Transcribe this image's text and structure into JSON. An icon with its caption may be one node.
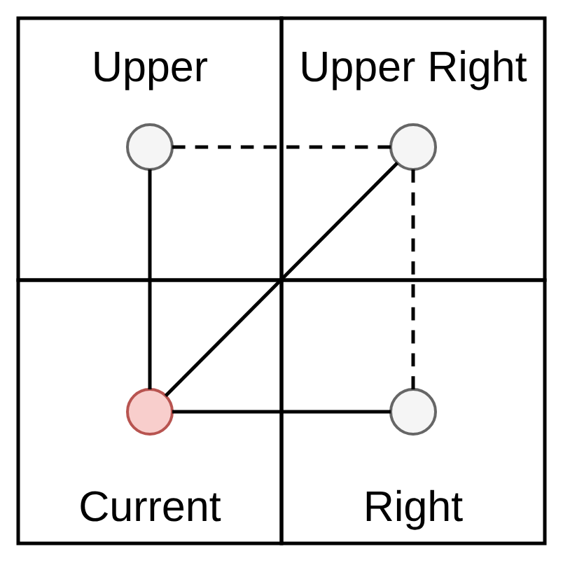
{
  "diagram": {
    "nodes": [
      {
        "text": [
          "Upper"
        ]
      },
      {
        "text": [],
        "shape": "circle",
        "in": 0
      },
      {
        "text": [
          "Upper Right"
        ]
      },
      {
        "text": [],
        "shape": "circle",
        "in": 2
      },
      {
        "text": [
          "Current"
        ]
      },
      {
        "text": [],
        "shape": "circle",
        "in": 4
      },
      {
        "text": [
          "Right"
        ]
      },
      {
        "text": [],
        "shape": "circle",
        "in": 6
      }
    ],
    "edges": [
      {
        "from": 1,
        "to": 3,
        "arrow": "none",
        "style": "dashed"
      },
      {
        "from": 1,
        "to": 5,
        "arrow": "none"
      },
      {
        "from": 5,
        "to": 3,
        "arrow": "none"
      },
      {
        "from": 5,
        "to": 7,
        "arrow": "none"
      },
      {
        "from": 3,
        "to": 7,
        "arrow": "none",
        "style": "dashed"
      }
    ]
  }
}
